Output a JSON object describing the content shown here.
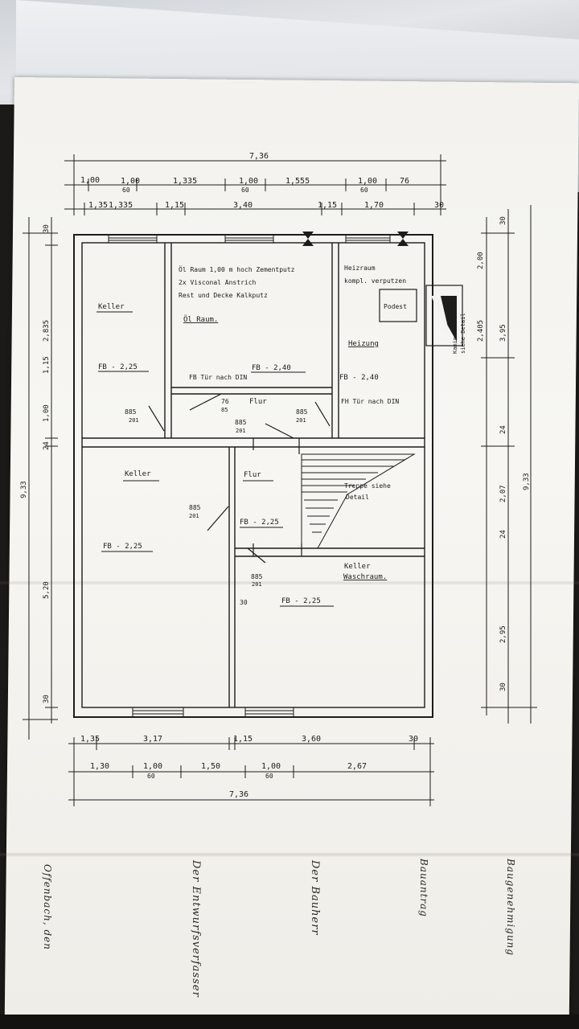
{
  "dims": {
    "top_overall": "7,36",
    "top_row2": [
      "1,00",
      "60",
      "1,335",
      "1,00",
      "60",
      "1,555",
      "1,00",
      "60",
      "76"
    ],
    "top_row3": [
      "1,35",
      "1,335",
      "1,15",
      "3,40",
      "1,15",
      "1,70",
      "30"
    ],
    "bottom_row1": [
      "1,35",
      "3,17",
      "1,15",
      "3,60",
      "30"
    ],
    "bottom_row2": [
      "1,30",
      "1,00",
      "60",
      "1,50",
      "1,00",
      "60",
      "2,67"
    ],
    "bottom_overall": "7,36",
    "left_outer": "9,33",
    "left_row": [
      "30",
      "2,835",
      "1,15",
      "1,00",
      "24",
      "5,20",
      "30"
    ],
    "right_row": [
      "30",
      "2,00",
      "2,405",
      "3,95",
      "24",
      "2,07",
      "24",
      "2,95",
      "30"
    ],
    "right_outer": "9,33"
  },
  "rooms": {
    "oel_note1": "Öl Raum 1,00 m hoch Zementputz",
    "oel_note2": "2x Visconal Anstrich",
    "oel_note3": "Rest und Decke Kalkputz",
    "oel_raum": "Öl Raum.",
    "heizraum1": "Heizraum",
    "heizraum2": "kompl. verputzen",
    "podest": "Podest",
    "heizung": "Heizung",
    "keller1": "Keller",
    "fb1": "FB - 2,25",
    "fb2": "FB - 2,40",
    "fb3": "FB - 2,40",
    "fb_tuer": "FB Tür nach DIN",
    "fh_tuer": "FH Tür nach DIN",
    "flur1": "Flur",
    "keller2": "Keller",
    "flur2": "Flur",
    "fb4": "FB - 2,25",
    "fb5": "FB - 2,25",
    "fb6": "FB - 2,25",
    "treppe1": "Treppe siehe",
    "treppe2": "Detail",
    "keller3": "Keller",
    "waschraum": "Waschraum.",
    "kamin1": "Kamin",
    "kamin2": "siehe Detail",
    "d885_1": "885",
    "d201_1": "201",
    "d76": "76",
    "d85": "85",
    "d885_2": "885",
    "d201_2": "201",
    "d885_3": "885",
    "d201_3": "201",
    "d885_4": "885",
    "d201_4": "201",
    "d885_5": "885",
    "d201_5": "201",
    "d30": "30"
  },
  "signatures": {
    "col1": "Offenbach, den",
    "col2": "Der Entwurfsverfasser",
    "col3": "Der Bauherr",
    "col4": "Bauantrag",
    "col5": "Baugenehmigung"
  }
}
